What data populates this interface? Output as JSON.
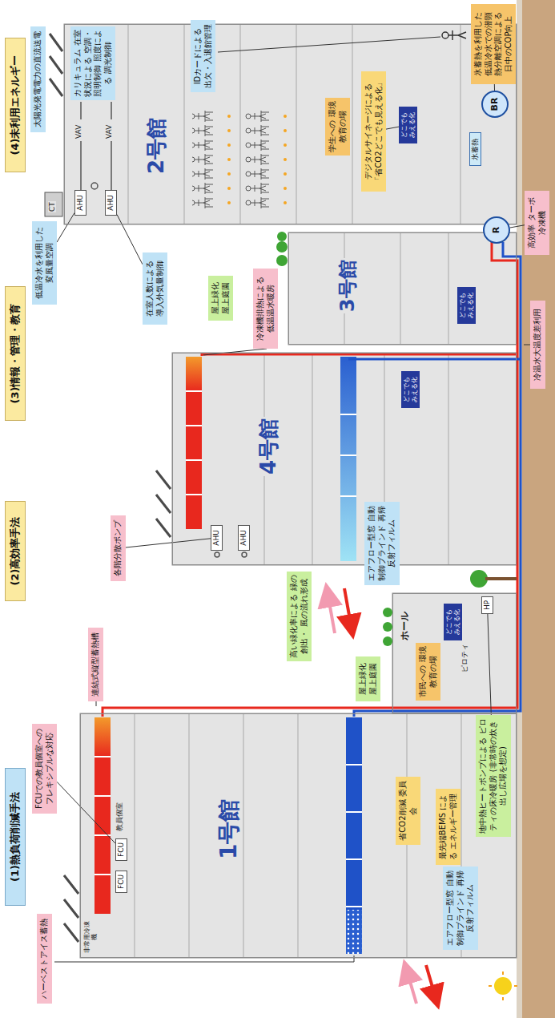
{
  "diagram": {
    "nodes": [
      {
        "text": [
          "(1)熱負荷削減手法"
        ]
      },
      {
        "text": [
          "(2)高効率手法"
        ]
      },
      {
        "text": [
          "(3)情報・管理・教育"
        ]
      },
      {
        "text": [
          "(4)未利用エネルギー"
        ]
      },
      {
        "text": [
          "1号館"
        ]
      },
      {
        "text": [
          "ホール"
        ]
      },
      {
        "text": [
          "4号館"
        ]
      },
      {
        "text": [
          "3号館"
        ]
      },
      {
        "text": [
          "2号館"
        ]
      },
      {
        "text": [
          "FCU"
        ],
        "in": 4
      },
      {
        "text": [
          "FCU"
        ],
        "in": 4
      },
      {
        "text": [
          "省CO2削減 委員会"
        ],
        "in": 4
      },
      {
        "text": [
          "最先端BEMS による エネルギー管理"
        ],
        "in": 4
      },
      {
        "text": [
          "市民への 環境教育の場"
        ],
        "in": 5
      },
      {
        "text": [
          "どこでも みえる化"
        ],
        "in": 5
      },
      {
        "text": [
          "HP"
        ],
        "in": 5
      },
      {
        "text": [
          "AHU"
        ],
        "in": 6
      },
      {
        "text": [
          "AHU"
        ],
        "in": 6
      },
      {
        "text": [
          "どこでも みえる化"
        ],
        "in": 6
      },
      {
        "text": [
          "どこでも みえる化"
        ],
        "in": 7
      },
      {
        "text": [
          "AHU"
        ],
        "in": 8
      },
      {
        "text": [
          "AHU"
        ],
        "in": 8
      },
      {
        "text": [
          "学生への 環境教育の場"
        ],
        "in": 8
      },
      {
        "text": [
          "デジタルサイネージによる 「省CO2どこでも見える化」"
        ],
        "in": 8
      },
      {
        "text": [
          "どこでも みえる化"
        ],
        "in": 8
      },
      {
        "text": [
          "氷蓄熱"
        ],
        "in": 8
      },
      {
        "text": [
          "BR"
        ],
        "in": 8
      },
      {
        "text": [
          "R"
        ]
      },
      {
        "text": [
          "ハーベストアイス蓄熱"
        ]
      },
      {
        "text": [
          "FCUでの教員個室への フレキシブルな対応"
        ]
      },
      {
        "text": [
          "連結式縦型蓄熱槽"
        ]
      },
      {
        "text": [
          "エアフロー型窓 自動制御ブラインド 再帰反射フィルム"
        ]
      },
      {
        "text": [
          "地中熱ヒートポンプによる ピロティの床冷暖房 (非常時の炊き出し広場を想定)"
        ]
      },
      {
        "text": [
          "屋上緑化 屋上庭園"
        ]
      },
      {
        "text": [
          "高い緑化率による 緑の創出・ 風の流れ形成"
        ]
      },
      {
        "text": [
          "エアフロー型窓 自動制御ブラインド 再帰反射フィルム"
        ]
      },
      {
        "text": [
          "各階分散ポンプ"
        ]
      },
      {
        "text": [
          "冷凍機排熱による 低温温水暖房"
        ]
      },
      {
        "text": [
          "屋上緑化 屋上庭園"
        ]
      },
      {
        "text": [
          "在室人数による 導入外気量制御"
        ]
      },
      {
        "text": [
          "低温冷水を利用した 変風量空調"
        ]
      },
      {
        "text": [
          "太陽光発電電力の直流送電"
        ]
      },
      {
        "text": [
          "カリキュラム 在室状況による 空調・照明制御 照度による 調光制御"
        ]
      },
      {
        "text": [
          "IDカードによる 出欠・入退館管理"
        ]
      },
      {
        "text": [
          "氷蓄熱を利用した 低温冷水での潜顕 熱分離空調による 日中のCOP向上"
        ]
      },
      {
        "text": [
          "高効率 ターボ冷凍機"
        ]
      },
      {
        "text": [
          "冷温水大温度差利用"
        ]
      }
    ],
    "edges": [
      {
        "from": 45,
        "to": 27,
        "arrow": "none"
      },
      {
        "from": 44,
        "to": 26,
        "arrow": "none"
      },
      {
        "from": 23,
        "to": 24,
        "arrow": "none"
      },
      {
        "from": 36,
        "to": 16,
        "arrow": "none"
      },
      {
        "from": 29,
        "to": 10,
        "arrow": "none"
      },
      {
        "from": 39,
        "to": 21,
        "arrow": "none"
      },
      {
        "from": 40,
        "to": 20,
        "arrow": "none"
      },
      {
        "from": 32,
        "to": 15,
        "arrow": "none"
      }
    ],
    "labels": [
      "非常用冷凍機",
      "教員個室",
      "VAV",
      "VAV",
      "CT",
      "ピロティ"
    ]
  }
}
